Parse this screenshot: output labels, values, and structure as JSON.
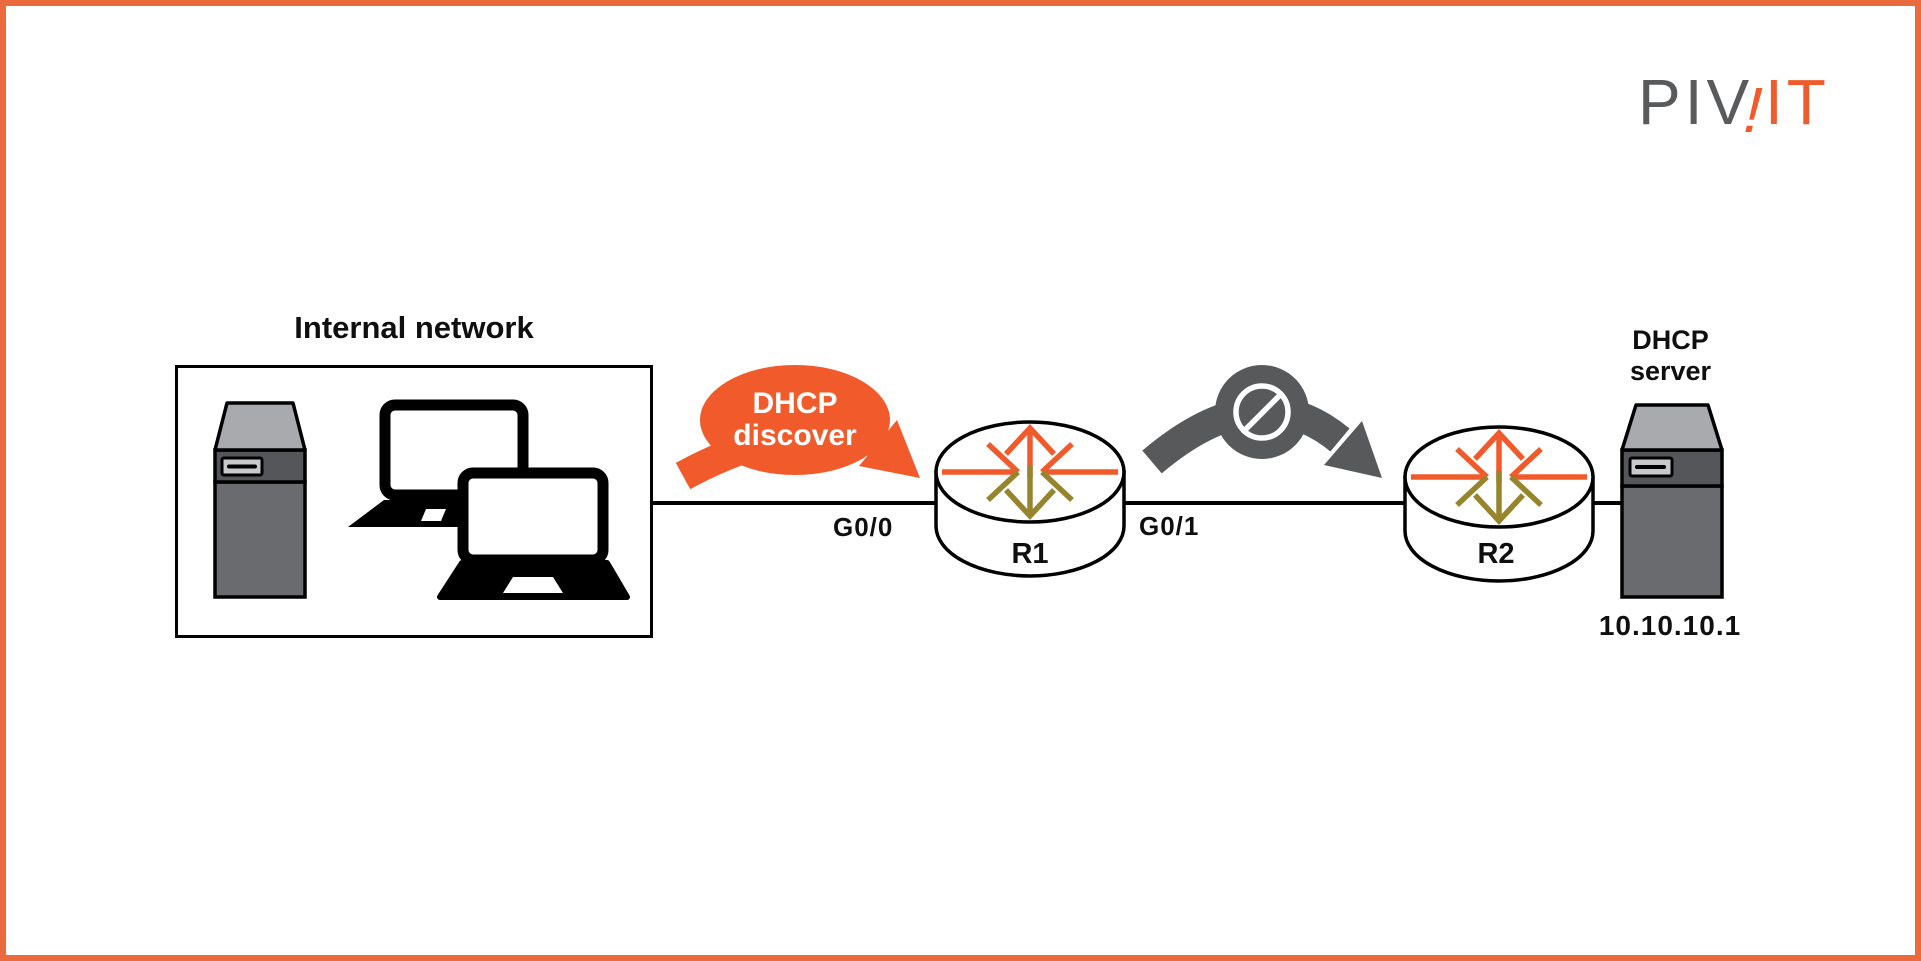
{
  "logo": {
    "prefix": "PIV",
    "exclamation": "!",
    "suffix": "IT"
  },
  "internal_network": {
    "label": "Internal network"
  },
  "dhcp_bubble": {
    "line1": "DHCP",
    "line2": "discover"
  },
  "routers": {
    "r1": "R1",
    "r2": "R2"
  },
  "interfaces": {
    "r1_left": "G0/0",
    "r1_right": "G0/1"
  },
  "dhcp_server": {
    "label_line1": "DHCP",
    "label_line2": "server",
    "ip": "10.10.10.1"
  },
  "colors": {
    "accent_orange": "#F15B2B",
    "frame_orange": "#EA6A3D",
    "logo_gray": "#595A5C",
    "blocked_gray": "#58595B",
    "olive_accent": "#97852E",
    "line_black": "#0F0F0F"
  }
}
